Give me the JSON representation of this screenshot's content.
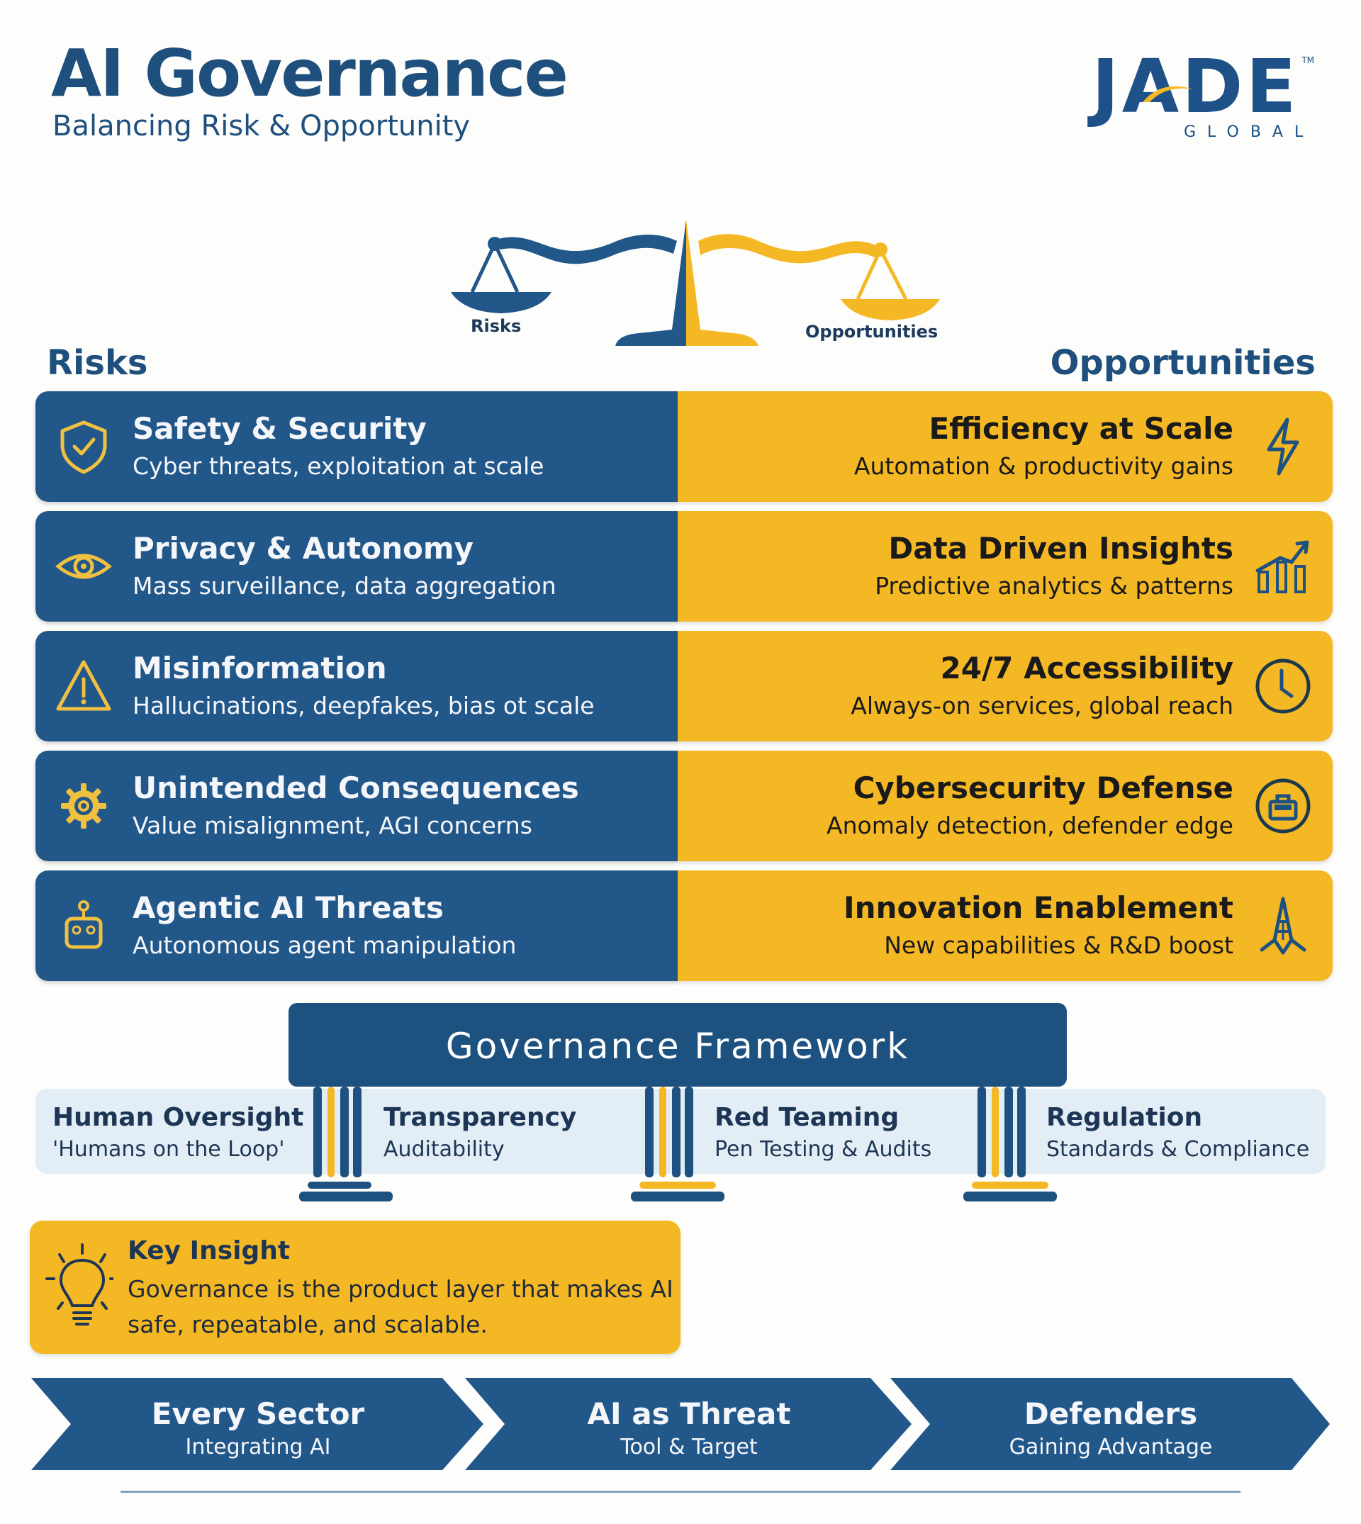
{
  "header": {
    "title": "AI Governance",
    "subtitle": "Balancing Risk & Opportunity"
  },
  "logo": {
    "word": "JADE",
    "sub": "GLOBAL",
    "tm": "TM"
  },
  "scale": {
    "left_label": "Risks",
    "right_label": "Opportunities"
  },
  "sections": {
    "risks_heading": "Risks",
    "opportunities_heading": "Opportunities"
  },
  "colors": {
    "navy": "#22578a",
    "gold": "#f5b825",
    "band": "#e3edf6",
    "roof": "#1d5180"
  },
  "rows": [
    {
      "risk": {
        "title": "Safety & Security",
        "desc": "Cyber threats, exploitation at scale",
        "icon": "shield-check-icon"
      },
      "opportunity": {
        "title": "Efficiency at Scale",
        "desc": "Automation & productivity gains",
        "icon": "lightning-bolt-icon"
      }
    },
    {
      "risk": {
        "title": "Privacy & Autonomy",
        "desc": "Mass surveillance, data aggregation",
        "icon": "eye-icon"
      },
      "opportunity": {
        "title": "Data Driven Insights",
        "desc": "Predictive analytics & patterns",
        "icon": "bar-chart-trend-icon"
      }
    },
    {
      "risk": {
        "title": "Misinformation",
        "desc": "Hallucinations, deepfakes, bias ot scale",
        "icon": "warning-triangle-icon"
      },
      "opportunity": {
        "title": "24/7 Accessibility",
        "desc": "Always-on services, global reach",
        "icon": "clock-icon"
      }
    },
    {
      "risk": {
        "title": "Unintended Consequences",
        "desc": "Value misalignment, AGI concerns",
        "icon": "gear-icon"
      },
      "opportunity": {
        "title": "Cybersecurity Defense",
        "desc": "Anomaly detection, defender edge",
        "icon": "toolbox-shield-icon"
      }
    },
    {
      "risk": {
        "title": "Agentic AI Threats",
        "desc": "Autonomous agent manipulation",
        "icon": "robot-icon"
      },
      "opportunity": {
        "title": "Innovation Enablement",
        "desc": "New capabilities & R&D boost",
        "icon": "tower-icon"
      }
    }
  ],
  "framework": {
    "title": "Governance Framework",
    "pillars": [
      {
        "title": "Human Oversight",
        "desc": "'Humans on the Loop'"
      },
      {
        "title": "Transparency",
        "desc": "Auditability"
      },
      {
        "title": "Red Teaming",
        "desc": "Pen Testing & Audits"
      },
      {
        "title": "Regulation",
        "desc": "Standards & Compliance"
      }
    ]
  },
  "insight": {
    "title": "Key Insight",
    "text": "Governance is the product layer that makes AI safe, repeatable, and scalable."
  },
  "flow": [
    {
      "title": "Every Sector",
      "sub": "Integrating AI"
    },
    {
      "title": "AI as Threat",
      "sub": "Tool & Target"
    },
    {
      "title": "Defenders",
      "sub": "Gaining Advantage"
    }
  ]
}
